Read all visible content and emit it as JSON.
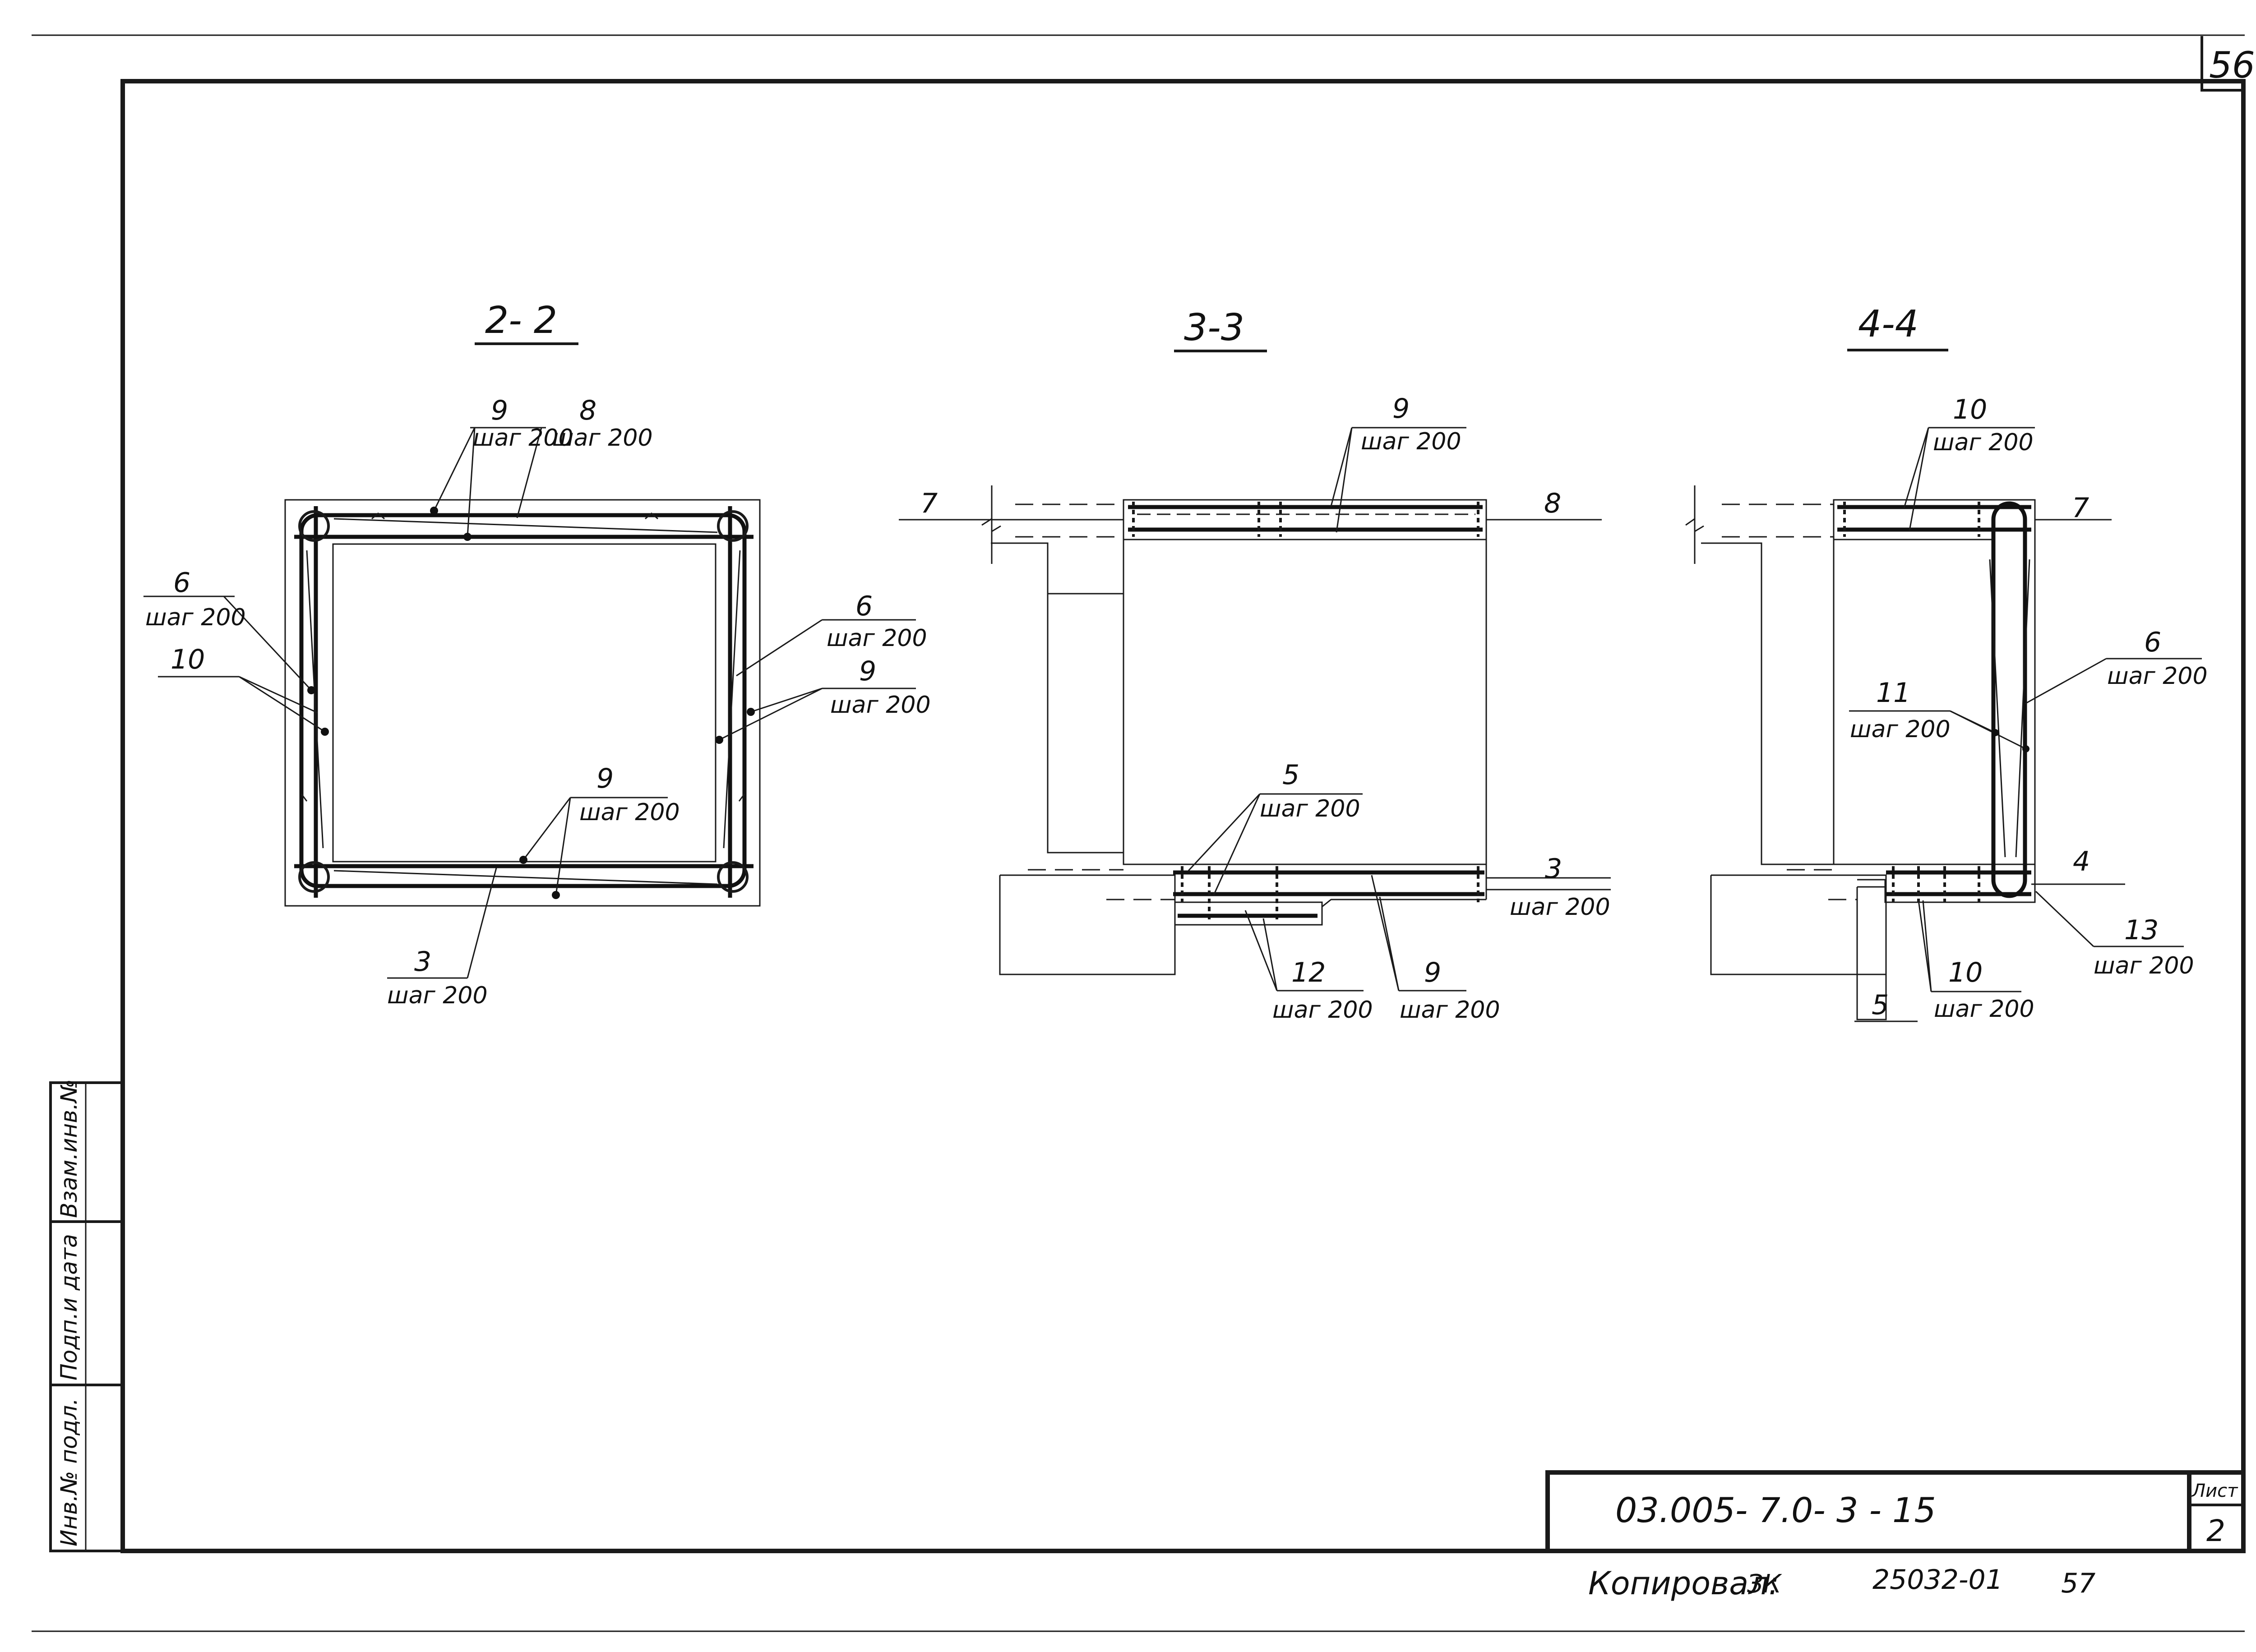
{
  "sheet_number": "56",
  "sections": [
    {
      "title": "2- 2"
    },
    {
      "title": "3-3"
    },
    {
      "title": "4-4"
    }
  ],
  "step": "шаг 200",
  "labels": {
    "s22": {
      "n9": "9",
      "n8": "8",
      "step9": "шаг 200",
      "step8": "шаг 200",
      "n6l": "6",
      "n10l": "10",
      "n6r": "6",
      "n9r": "9",
      "n9b": "9",
      "n3": "3"
    },
    "s33": {
      "n7": "7",
      "n9": "9",
      "n8": "8",
      "n5": "5",
      "n3": "3",
      "n12": "12",
      "n9b": "9"
    },
    "s44": {
      "n10": "10",
      "n7": "7",
      "n6": "6",
      "n11": "11",
      "n4": "4",
      "n13": "13",
      "n5": "5",
      "n10b": "10"
    }
  },
  "side_stamp": {
    "inv_orig": "Инв.№ подл.",
    "sign_date": "Подп.и дата",
    "replace_inv": "Взам.инв.№"
  },
  "title_block": {
    "doc_code": "03.005- 7.0- 3 - 15",
    "sheet_label": "Лист",
    "sheet_value": "2"
  },
  "footer": {
    "copied": "Копировал:",
    "copied_sign": "ЗК",
    "order": "25032-01",
    "page": "57"
  }
}
